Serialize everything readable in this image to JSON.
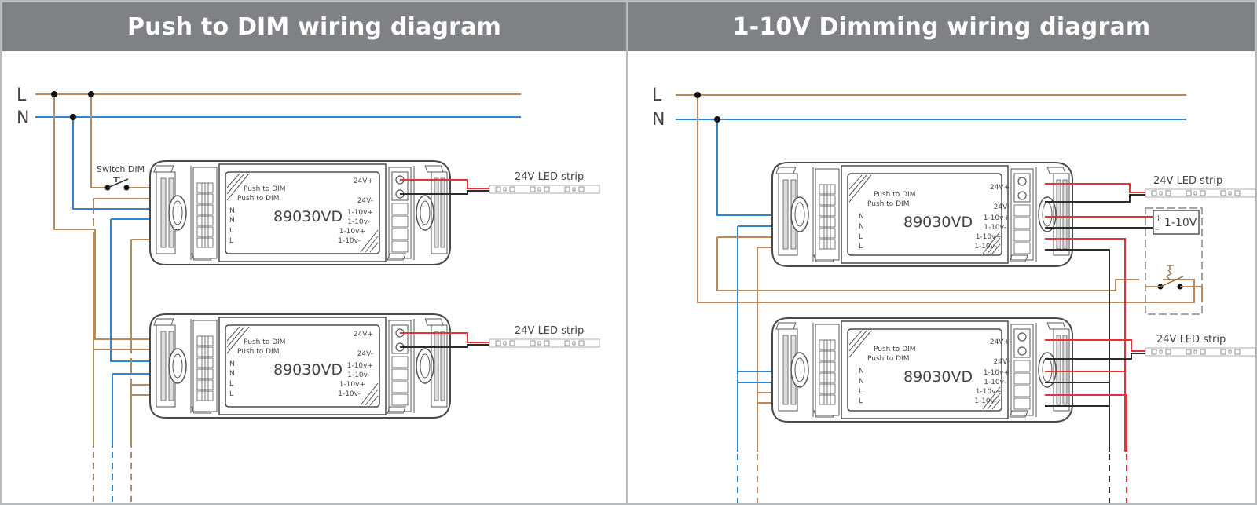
{
  "panels": [
    {
      "title": "Push to DIM wiring diagram",
      "line_labels": {
        "live": "L",
        "neutral": "N"
      },
      "switch_label": "Switch  DIM",
      "drivers": [
        {
          "model": "89030VD",
          "input_labels": [
            "N",
            "N",
            "L",
            "L"
          ],
          "push_labels": [
            "Push to DIM",
            "Push to DIM"
          ],
          "output_labels": [
            "24V+",
            "24V-",
            "1-10v+",
            "1-10v-",
            "1-10v+",
            "1-10v-"
          ],
          "load_label": "24V LED strip"
        },
        {
          "model": "89030VD",
          "input_labels": [
            "N",
            "N",
            "L",
            "L"
          ],
          "push_labels": [
            "Push to DIM",
            "Push to DIM"
          ],
          "output_labels": [
            "24V+",
            "24V-",
            "1-10v+",
            "1-10v-",
            "1-10v+",
            "1-10v-"
          ],
          "load_label": "24V LED strip"
        }
      ]
    },
    {
      "title": "1-10V Dimming wiring diagram",
      "line_labels": {
        "live": "L",
        "neutral": "N"
      },
      "controller": {
        "label": "1-10V",
        "plus": "+",
        "minus": "–"
      },
      "drivers": [
        {
          "model": "89030VD",
          "input_labels": [
            "N",
            "N",
            "L",
            "L"
          ],
          "push_labels": [
            "Push to DIM",
            "Push to DIM"
          ],
          "output_labels": [
            "24V+",
            "24V-",
            "1-10v+",
            "1-10v-",
            "1-10v+",
            "1-10v-"
          ],
          "load_label": "24V LED strip"
        },
        {
          "model": "89030VD",
          "input_labels": [
            "N",
            "N",
            "L",
            "L"
          ],
          "push_labels": [
            "Push to DIM",
            "Push to DIM"
          ],
          "output_labels": [
            "24V+",
            "24V-",
            "1-10v+",
            "1-10v-",
            "1-10v+",
            "1-10v-"
          ],
          "load_label": "24V LED strip"
        }
      ]
    }
  ],
  "colors": {
    "live": "#b98a5e",
    "neutral": "#2f86cf",
    "positive": "#e8313a",
    "negative": "#2b2b2b",
    "header_bg": "#808184",
    "border": "#b9babd",
    "device_outline": "#4a4a4a"
  }
}
